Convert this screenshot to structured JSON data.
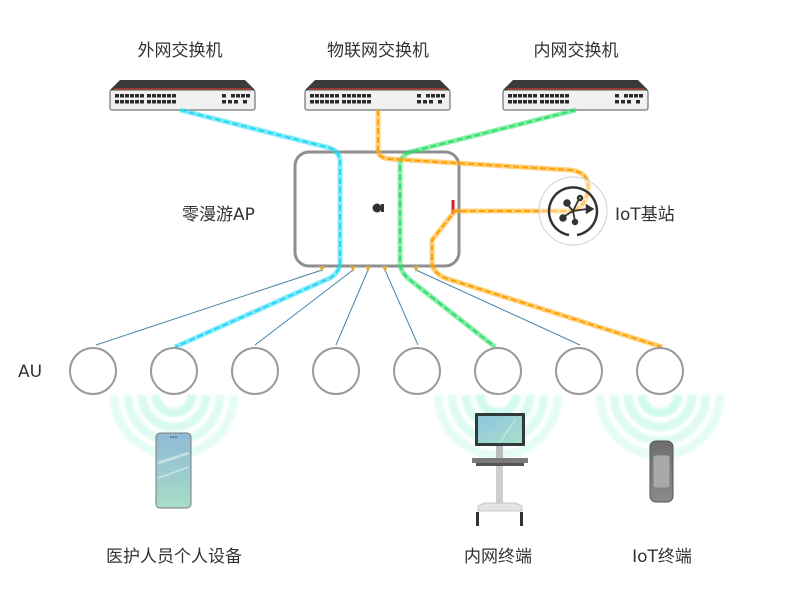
{
  "switches": [
    {
      "id": "external",
      "label": "外网交换机"
    },
    {
      "id": "iot",
      "label": "物联网交换机"
    },
    {
      "id": "internal",
      "label": "内网交换机"
    }
  ],
  "ap": {
    "label": "零漫游AP"
  },
  "iot_base_station": {
    "label": "IoT基站"
  },
  "au": {
    "label": "AU",
    "count": 8
  },
  "terminals": [
    {
      "id": "personal-device",
      "label": "医护人员个人设备",
      "au_index": 1
    },
    {
      "id": "intranet-terminal",
      "label": "内网终端",
      "au_index": 5
    },
    {
      "id": "iot-terminal",
      "label": "IoT终端",
      "au_index": 7
    }
  ],
  "links": {
    "external": {
      "color": "#22d8f5",
      "from": "external-switch",
      "to": "au-2"
    },
    "internal": {
      "color": "#2ee06a",
      "from": "internal-switch",
      "to": "au-6"
    },
    "iot": {
      "color": "#ffb11f",
      "from": "iot-switch",
      "to": [
        "iot-base-station",
        "au-8"
      ]
    },
    "au_cable": {
      "color": "#4a86ad"
    }
  },
  "colors": {
    "switch_body": "#f1f1f1",
    "switch_top": "#3a3a3a",
    "switch_stripe": "#c0392b",
    "outline": "#888888",
    "signal": "#7ff0cf",
    "ap_port": "#d9a94a",
    "ap_indicator": "#e0202a"
  }
}
